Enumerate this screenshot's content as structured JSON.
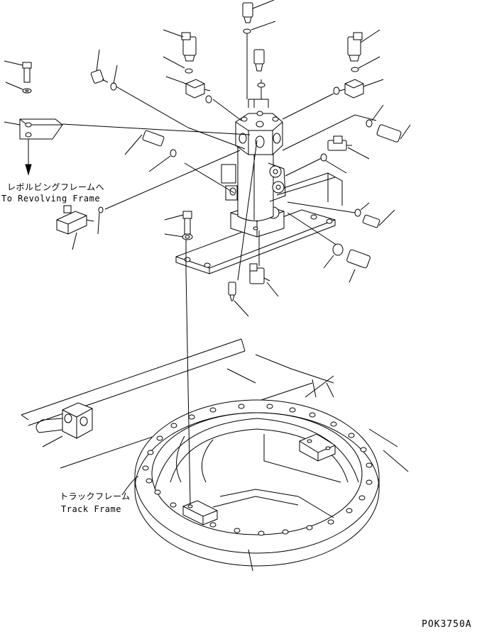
{
  "labels": {
    "revolving_frame_jp": "レボルビングフレームへ",
    "revolving_frame_en": "To Revolving Frame",
    "track_frame_jp": "トラックフレーム",
    "track_frame_en": "Track Frame"
  },
  "drawing_code": "POK3750A"
}
